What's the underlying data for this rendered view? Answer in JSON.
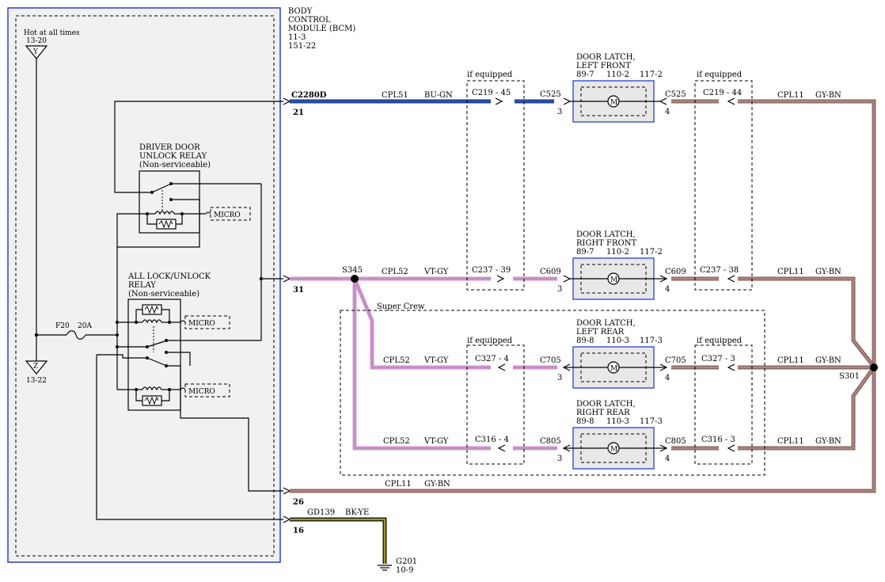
{
  "colors": {
    "bcm_border": "#2a3fd6",
    "bcm_fill": "#f1f1f1",
    "wire_bu_gn": "#1c3ca8",
    "wire_vt_gy": "#d98fd9",
    "wire_gy_bn": "#8a6a62",
    "wire_bk_ye": "#c9c400",
    "latch_border": "#2a3fd6",
    "latch_fill": "#e8e8e8"
  },
  "bcm": {
    "title_line1": "BODY",
    "title_line2": "CONTROL",
    "title_line3": "MODULE (BCM)",
    "ref1": "11-3",
    "ref2": "151-22",
    "hot_label": "Hot at all times",
    "hot_ref": "13-20",
    "hot_letter": "Y",
    "ground_letter": "Z",
    "ground_ref": "13-22",
    "fuse_name": "F20",
    "fuse_rating": "20A",
    "connector": "C2280D",
    "pin_21": "21",
    "pin_31": "31",
    "pin_26": "26",
    "pin_16": "16"
  },
  "relay_driver": {
    "line1": "DRIVER DOOR",
    "line2": "UNLOCK RELAY",
    "line3": "(Non-serviceable)",
    "micro": "MICRO"
  },
  "relay_all": {
    "line1": "ALL LOCK/UNLOCK",
    "line2": "RELAY",
    "line3": "(Non-serviceable)",
    "micro1": "MICRO",
    "micro2": "MICRO"
  },
  "wires": {
    "cpl51": "CPL51",
    "bu_gn": "BU-GN",
    "cpl52a": "CPL52",
    "vt_gy_a": "VT-GY",
    "cpl52b": "CPL52",
    "vt_gy_b": "VT-GY",
    "cpl52c": "CPL52",
    "vt_gy_c": "VT-GY",
    "cpl11a": "CPL11",
    "gy_bn_a": "GY-BN",
    "cpl11b": "CPL11",
    "gy_bn_b": "GY-BN",
    "cpl11c": "CPL11",
    "gy_bn_c": "GY-BN",
    "cpl11d": "CPL11",
    "gy_bn_d": "GY-BN",
    "cpl11e": "CPL11",
    "gy_bn_e": "GY-BN",
    "gd139": "GD139",
    "bk_ye": "BK-YE"
  },
  "splices": {
    "s345": "S345",
    "s301": "S301"
  },
  "ground": {
    "name": "G201",
    "ref": "10-9"
  },
  "if_equipped": "if equipped",
  "super_crew": "Super Crew",
  "inline": {
    "c219_45": "C219 - 45",
    "c219_44": "C219 - 44",
    "c237_39": "C237 - 39",
    "c237_38": "C237 - 38",
    "c327_4": "C327 - 4",
    "c327_3": "C327 - 3",
    "c316_4": "C316 - 4",
    "c316_3": "C316 - 3"
  },
  "latches": {
    "lf": {
      "line1": "DOOR LATCH,",
      "line2": "LEFT FRONT",
      "ref1": "89-7",
      "ref2": "110-2",
      "ref3": "117-2",
      "conn_in": "C525",
      "conn_out": "C525",
      "pin_in": "3",
      "pin_out": "4",
      "motor": "M"
    },
    "rf": {
      "line1": "DOOR LATCH,",
      "line2": "RIGHT FRONT",
      "ref1": "89-7",
      "ref2": "110-2",
      "ref3": "117-2",
      "conn_in": "C609",
      "conn_out": "C609",
      "pin_in": "3",
      "pin_out": "4",
      "motor": "M"
    },
    "lr": {
      "line1": "DOOR LATCH,",
      "line2": "LEFT REAR",
      "ref1": "89-8",
      "ref2": "110-3",
      "ref3": "117-3",
      "conn_in": "C705",
      "conn_out": "C705",
      "pin_in": "3",
      "pin_out": "4",
      "motor": "M"
    },
    "rr": {
      "line1": "DOOR LATCH,",
      "line2": "RIGHT REAR",
      "ref1": "89-8",
      "ref2": "110-3",
      "ref3": "117-3",
      "conn_in": "C805",
      "conn_out": "C805",
      "pin_in": "3",
      "pin_out": "4",
      "motor": "M"
    }
  }
}
